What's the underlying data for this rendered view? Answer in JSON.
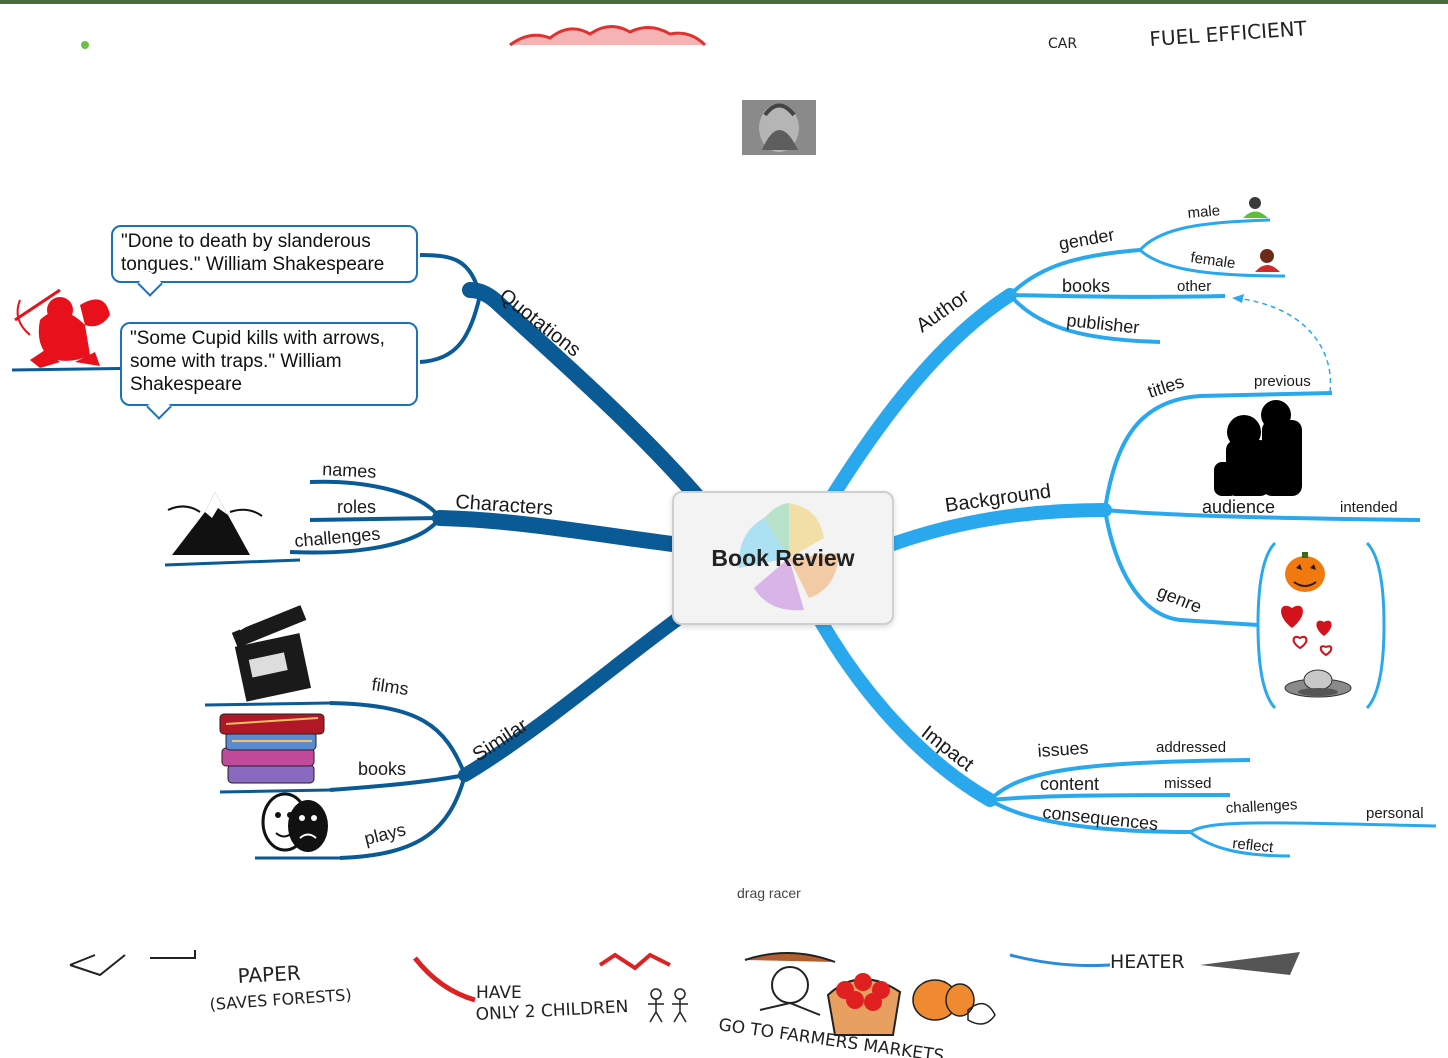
{
  "central": {
    "title": "Book Review"
  },
  "branches": {
    "quotations": {
      "label": "Quotations",
      "quote1": "\"Done to death by slanderous tongues.\" William Shakespeare",
      "quote2": "\"Some Cupid kills with arrows, some with traps.\" William Shakespeare"
    },
    "characters": {
      "label": "Characters",
      "items": [
        "names",
        "roles",
        "challenges"
      ]
    },
    "similar": {
      "label": "Similar",
      "items": [
        "films",
        "books",
        "plays"
      ]
    },
    "author": {
      "label": "Author",
      "gender": {
        "label": "gender",
        "items": [
          "male",
          "female"
        ]
      },
      "books": {
        "label": "books",
        "child": "other"
      },
      "publisher": "publisher"
    },
    "background": {
      "label": "Background",
      "titles": {
        "label": "titles",
        "child": "previous"
      },
      "audience": {
        "label": "audience",
        "child": "intended"
      },
      "genre": "genre"
    },
    "impact": {
      "label": "Impact",
      "issues": {
        "label": "issues",
        "child": "addressed"
      },
      "content": {
        "label": "content",
        "child": "missed"
      },
      "consequences": {
        "label": "consequences",
        "challenges": {
          "label": "challenges",
          "child": "personal"
        },
        "reflect": "reflect"
      }
    }
  },
  "background_sketch": {
    "top_texts": [
      "CAR",
      "FUEL EFFICIENT"
    ],
    "bottom_texts": [
      "PAPER",
      "(SAVES FORESTS)",
      "HAVE",
      "ONLY 2 CHILDREN",
      "GO TO FARMERS MARKETS",
      "HEATER"
    ],
    "caption": "drag racer"
  },
  "colors": {
    "left_branch": "#0a5a96",
    "right_branch": "#2aa8ee",
    "callout_border": "#1a73b8"
  }
}
